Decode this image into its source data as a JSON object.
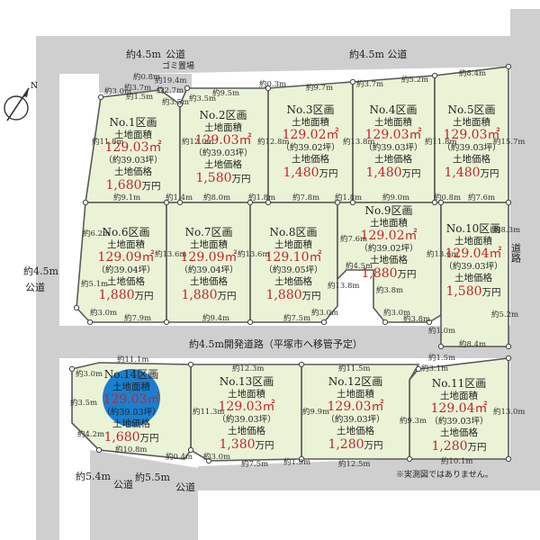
{
  "plots": [
    {
      "id": "no1",
      "name": "No.1区画",
      "area_label": "土地面積",
      "area": "129.03㎡",
      "tsubo": "（約39.03坪）",
      "price_label": "土地価格",
      "price": "1,680",
      "unit": "万円"
    },
    {
      "id": "no2",
      "name": "No.2区画",
      "area_label": "土地面積",
      "area": "129.03㎡",
      "tsubo": "（約39.03坪）",
      "price_label": "土地価格",
      "price": "1,580",
      "unit": "万円"
    },
    {
      "id": "no3",
      "name": "No.3区画",
      "area_label": "土地面積",
      "area": "129.02㎡",
      "tsubo": "（約39.02坪）",
      "price_label": "土地価格",
      "price": "1,480",
      "unit": "万円"
    },
    {
      "id": "no4",
      "name": "No.4区画",
      "area_label": "土地面積",
      "area": "129.03㎡",
      "tsubo": "（約39.03坪）",
      "price_label": "土地価格",
      "price": "1,480",
      "unit": "万円"
    },
    {
      "id": "no5",
      "name": "No.5区画",
      "area_label": "土地面積",
      "area": "129.03㎡",
      "tsubo": "（約39.03坪）",
      "price_label": "土地価格",
      "price": "1,480",
      "unit": "万円"
    },
    {
      "id": "no6",
      "name": "No.6区画",
      "area_label": "土地面積",
      "area": "129.09㎡",
      "tsubo": "（約39.04坪）",
      "price_label": "土地価格",
      "price": "1,880",
      "unit": "万円"
    },
    {
      "id": "no7",
      "name": "No.7区画",
      "area_label": "土地面積",
      "area": "129.09㎡",
      "tsubo": "（約39.04坪）",
      "price_label": "土地価格",
      "price": "1,880",
      "unit": "万円"
    },
    {
      "id": "no8",
      "name": "No.8区画",
      "area_label": "土地面積",
      "area": "129.10㎡",
      "tsubo": "（約39.05坪）",
      "price_label": "土地価格",
      "price": "1,880",
      "unit": "万円"
    },
    {
      "id": "no9",
      "name": "No.9区画",
      "area_label": "土地面積",
      "area": "129.02㎡",
      "tsubo": "（約39.02坪）",
      "price_label": "土地価格",
      "price": "1,880",
      "unit": "万円"
    },
    {
      "id": "no10",
      "name": "No.10区画",
      "area_label": "土地面積",
      "area": "129.04㎡",
      "tsubo": "（約39.03坪）",
      "price_label": "土地価格",
      "price": "1,580",
      "unit": "万円"
    },
    {
      "id": "no11",
      "name": "No.11区画",
      "area_label": "土地面積",
      "area": "129.04㎡",
      "tsubo": "（約39.03坪）",
      "price_label": "土地価格",
      "price": "1,280",
      "unit": "万円"
    },
    {
      "id": "no12",
      "name": "No.12区画",
      "area_label": "土地面積",
      "area": "129.03㎡",
      "tsubo": "（約39.03坪）",
      "price_label": "土地価格",
      "price": "1,280",
      "unit": "万円"
    },
    {
      "id": "no13",
      "name": "No.13区画",
      "area_label": "土地面積",
      "area": "129.03㎡",
      "tsubo": "（約39.03坪）",
      "price_label": "土地価格",
      "price": "1,380",
      "unit": "万円"
    },
    {
      "id": "no14",
      "name": "No.14区画",
      "area_label": "土地面積",
      "area": "129.03㎡",
      "tsubo": "（約39.03坪）",
      "price_label": "土地価格",
      "price": "1,680",
      "unit": "万円"
    }
  ],
  "roads": {
    "top_left": "約4.5m",
    "top_left_name": "公道",
    "top_right": "約4.5m 公道",
    "left": "約4.5m",
    "left_name": "公道",
    "middle": "約4.5m開発道路（平塚市へ移管予定）",
    "right": "道路",
    "bottom_1": "約5.4m",
    "bottom_1_name": "公道",
    "bottom_2": "約5.5m",
    "bottom_2_name": "公道"
  },
  "misc": {
    "garbage": "ゴミ置場",
    "north": "N",
    "note": "※実測図ではありません。"
  },
  "dims": {
    "d_0_8": "約0.8m",
    "d_19_4": "約19.4m",
    "d_3_7a": "約3.7m",
    "d_3_0a": "約3.0m",
    "d_1_5a": "約1.5m",
    "d_2_7": "約2.7m",
    "d_3_5a": "約3.5m",
    "d_9_5": "約9.5m",
    "d_0_3": "約0.3m",
    "d_9_7": "約9.7m",
    "d_3_7b": "約3.7m",
    "d_5_2a": "約5.2m",
    "d_8_4a": "約8.4m",
    "d_3_5b": "約3.5m",
    "d_11_8a": "約11.8m",
    "d_12_0": "約12.0m",
    "d_12_8": "約12.8m",
    "d_13_8": "約13.8m",
    "d_11_8b": "約11.8m",
    "d_15_7": "約15.7m",
    "d_9_1": "約9.1m",
    "d_1_4": "約1.4m",
    "d_8_0": "約8.0m",
    "d_1_8a": "約1.8m",
    "d_7_8": "約7.8m",
    "d_1_8b": "約1.8m",
    "d_9_0": "約9.0m",
    "d_0_8b": "約0.8m",
    "d_7_6": "約7.6m",
    "d_6_2": "約6.2m",
    "d_13_6a": "約13.6m",
    "d_13_6b": "約13.6m",
    "d_7_6b": "約7.6m",
    "d_4_5": "約4.5m",
    "d_13_6c": "約13.6m",
    "d_8_3": "約8.3m",
    "d_5_1": "約5.1m",
    "d_3_0b": "約3.0m",
    "d_13_8b": "約13.8m",
    "d_3_8a": "約3.8m",
    "d_3_0c": "約3.0m",
    "d_3_8b": "約3.8m",
    "d_5_2b": "約5.2m",
    "d_1_0": "約1.0m",
    "d_7_9": "約7.9m",
    "d_9_4": "約9.4m",
    "d_7_5": "約7.5m",
    "d_3_0d": "約3.0m",
    "d_8_4b": "約8.4m",
    "d_1_5b": "約1.5m",
    "d_11_1": "約11.1m",
    "d_12_3": "約12.3m",
    "d_11_5": "約11.5m",
    "d_3_1": "約3.1m",
    "d_3_0e": "約3.0m",
    "d_3_5c": "約3.5m",
    "d_13_0": "約13.0m",
    "d_11_3": "約11.3m",
    "d_9_9": "約9.9m",
    "d_9_3": "約9.3m",
    "d_4_2": "約4.2m",
    "d_10_8": "約10.8m",
    "d_0_4": "約0.4m",
    "d_3_0f": "約3.0m",
    "d_7_5b": "約7.5m",
    "d_1_9": "約1.9m",
    "d_12_5": "約12.5m",
    "d_10_1": "約10.1m"
  }
}
